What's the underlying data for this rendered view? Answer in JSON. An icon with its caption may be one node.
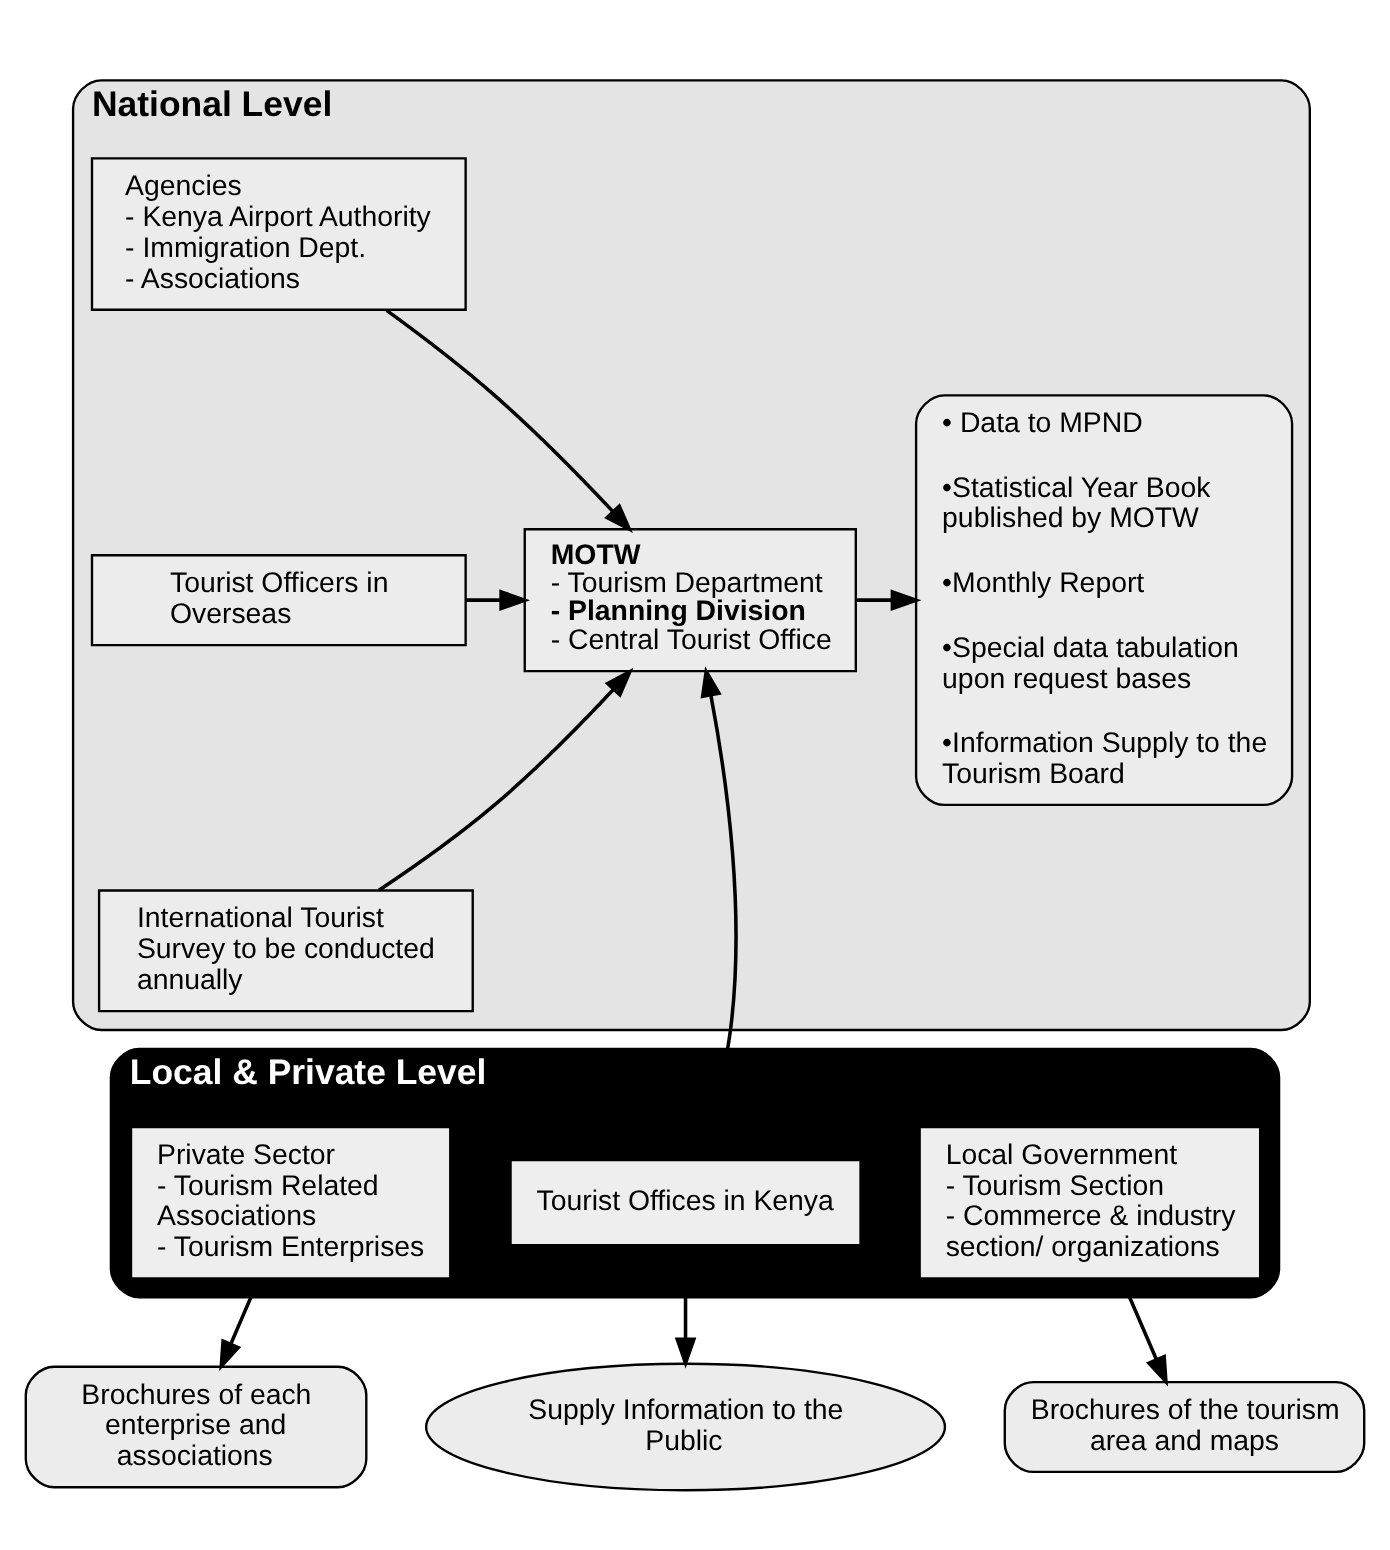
{
  "diagram": {
    "nodes": [
      {
        "text": [
          "National Level"
        ]
      },
      {
        "text": [
          "• Data to MPND",
          "•Statistical Year Book published by MOTW",
          "•Monthly Report",
          "•Special data tabulation upon request bases",
          "•Information Supply to the Tourism Board"
        ],
        "in": 0
      },
      {
        "text": [
          "MOTW",
          "- Tourism Department",
          "- Planning Division",
          "- Central Tourist Office"
        ],
        "in": 0
      },
      {
        "text": [
          "Agencies",
          "- Kenya Airport Authority",
          "- Immigration Dept.",
          "- Associations"
        ],
        "in": 0
      },
      {
        "text": [
          "Tourist Officers in Overseas"
        ],
        "in": 0
      },
      {
        "text": [
          "International Tourist Survey to be conducted annually"
        ],
        "in": 0
      },
      {
        "text": [
          "Local & Private Level"
        ]
      },
      {
        "text": [
          "Private Sector",
          "- Tourism Related Associations",
          "- Tourism Enterprises"
        ],
        "in": 6
      },
      {
        "text": [
          "Tourist Offices in Kenya"
        ],
        "in": 6
      },
      {
        "text": [
          "Local Government",
          "- Tourism Section",
          "- Commerce & industry section/ organizations"
        ],
        "in": 6
      },
      {
        "text": [
          "Brochures of each enterprise and associations"
        ]
      },
      {
        "text": [
          "Supply Information to the Public"
        ]
      },
      {
        "text": [
          "Brochures of the tourism area and maps"
        ]
      }
    ],
    "edges": [
      {
        "from": 2,
        "to": 1,
        "arrow": "to"
      },
      {
        "from": 3,
        "to": 2,
        "arrow": "to"
      },
      {
        "from": 4,
        "to": 2,
        "arrow": "to"
      },
      {
        "from": 5,
        "to": 2,
        "arrow": "to"
      },
      {
        "from": 6,
        "to": 2,
        "arrow": "to"
      },
      {
        "from": 7,
        "to": 10,
        "arrow": "to"
      },
      {
        "from": 8,
        "to": 11,
        "arrow": "to"
      },
      {
        "from": 9,
        "to": 12,
        "arrow": "to"
      }
    ]
  }
}
